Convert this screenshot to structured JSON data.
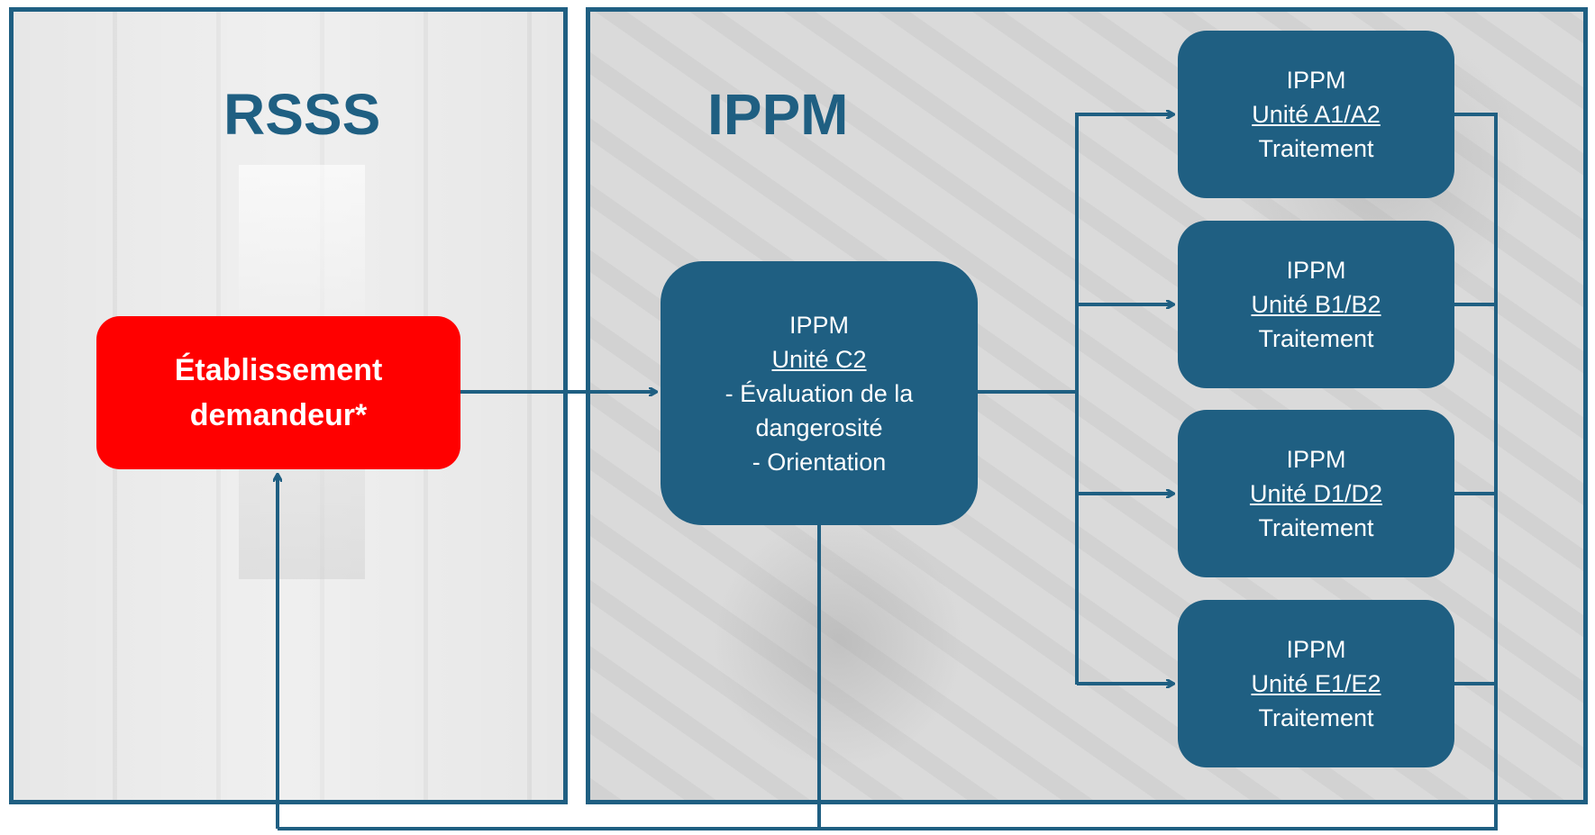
{
  "panels": {
    "rsss": {
      "title": "RSSS"
    },
    "ippm": {
      "title": "IPPM"
    }
  },
  "requester": {
    "line1": "Établissement",
    "line2": "demandeur*"
  },
  "evaluation_unit": {
    "org": "IPPM",
    "unit": "Unité C2",
    "line1": "- Évaluation de la",
    "line2": "dangerosité",
    "line3": "- Orientation"
  },
  "treatment_units": [
    {
      "org": "IPPM",
      "unit": "Unité A1/A2",
      "role": "Traitement"
    },
    {
      "org": "IPPM",
      "unit": "Unité B1/B2",
      "role": "Traitement"
    },
    {
      "org": "IPPM",
      "unit": "Unité D1/D2",
      "role": "Traitement"
    },
    {
      "org": "IPPM",
      "unit": "Unité E1/E2",
      "role": "Traitement"
    }
  ],
  "colors": {
    "connector": "#1f5f82",
    "box": "#1f5f82",
    "requester": "#ff0000"
  }
}
